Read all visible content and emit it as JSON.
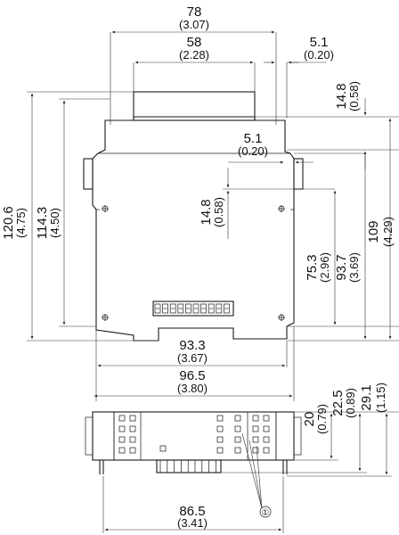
{
  "dimensions": {
    "width_78": {
      "mm": "78",
      "in": "(3.07)"
    },
    "width_58": {
      "mm": "58",
      "in": "(2.28)"
    },
    "offset_5_1_top": {
      "mm": "5.1",
      "in": "(0.20)"
    },
    "height_14_8_right": {
      "mm": "14.8",
      "in": "(0.58)"
    },
    "offset_5_1_mid": {
      "mm": "5.1",
      "in": "(0.20)"
    },
    "height_14_8_mid": {
      "mm": "14.8",
      "in": "(0.58)"
    },
    "height_120_6": {
      "mm": "120.6",
      "in": "(4.75)"
    },
    "height_114_3": {
      "mm": "114.3",
      "in": "(4.50)"
    },
    "height_75_3": {
      "mm": "75.3",
      "in": "(2.96)"
    },
    "height_93_7": {
      "mm": "93.7",
      "in": "(3.69)"
    },
    "height_109": {
      "mm": "109",
      "in": "(4.29)"
    },
    "width_93_3": {
      "mm": "93.3",
      "in": "(3.67)"
    },
    "width_96_5": {
      "mm": "96.5",
      "in": "(3.80)"
    },
    "depth_20": {
      "mm": "20",
      "in": "(0.79)"
    },
    "depth_22_5": {
      "mm": "22.5",
      "in": "(0.89)"
    },
    "depth_29_1": {
      "mm": "29.1",
      "in": "(1.15)"
    },
    "width_86_5": {
      "mm": "86.5",
      "in": "(3.41)"
    }
  },
  "callout": {
    "label": "①"
  }
}
